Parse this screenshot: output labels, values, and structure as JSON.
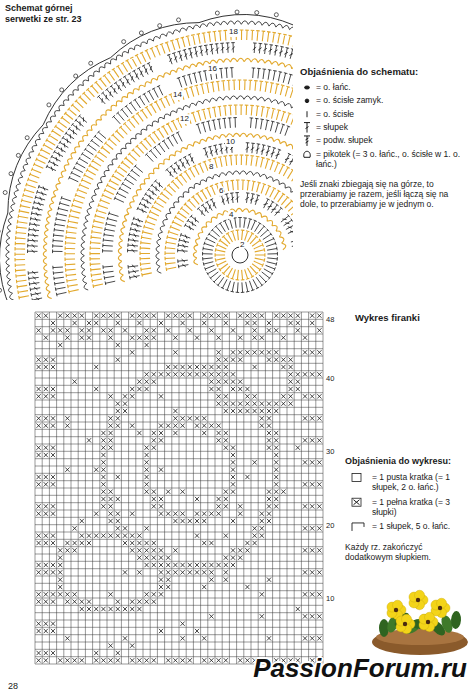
{
  "diagram": {
    "title": "Schemat górnej serwetki ze str. 23",
    "labels": [
      "Objaśnienia do schematu:",
      "Jeśli znaki zbiegają się na górze, to przerabiamy je razem, jeśli łączą się na dole, to przerabiamy je w jednym o.",
      "Wykres firanki",
      "Objaśnienia do wykresu:",
      "Każdy rz. zakończyć dodatkowym słupkiem.",
      "2",
      "4",
      "6",
      "8",
      "10",
      "12",
      "14",
      "16",
      "18",
      "48",
      "40",
      "30",
      "20",
      "10",
      "28",
      "PassionForum.ru"
    ],
    "legend": [
      {
        "text": "= o. łańc."
      },
      {
        "text": "= o. ścisłe zamyk."
      },
      {
        "text": "= o. ścisłe"
      },
      {
        "text": "= słupek"
      },
      {
        "text": "= podw. słupek"
      },
      {
        "text": "= pikotek (= 3 o. łańc., o. ścisłe w 1. o. łańc.)"
      },
      {
        "text": "= 1 pusta kratka (= 1 słupek, 2 o. łańc.)"
      },
      {
        "text": "= 1 pełna kratka (= 3 słupki)"
      },
      {
        "text": "= 1 słupek, 5 o. łańc."
      }
    ]
  }
}
